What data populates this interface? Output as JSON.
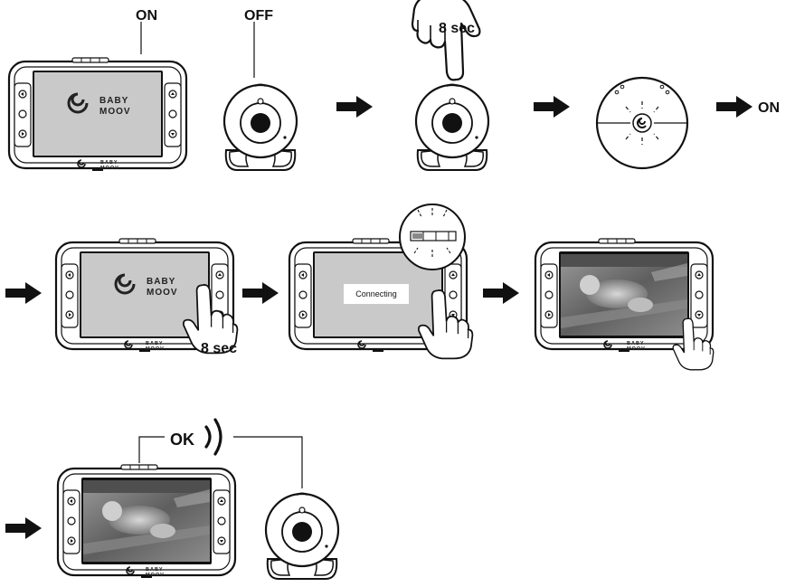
{
  "labels": {
    "on": "ON",
    "off": "OFF",
    "sec8": "8 sec",
    "ok": "OK",
    "connecting": "Connecting"
  },
  "brand": {
    "line1": "BABY",
    "line2": "MOOV"
  },
  "colors": {
    "ink": "#111111",
    "screen": "#c9c9c9",
    "screen_dark": "#6f6f6f",
    "bezel": "#ffffff"
  },
  "icons": [
    "monitor-icon",
    "camera-icon",
    "finger-press-icon",
    "camera-top-view-icon",
    "arrow-right-icon",
    "sound-waves-icon",
    "magnifier-icon"
  ]
}
